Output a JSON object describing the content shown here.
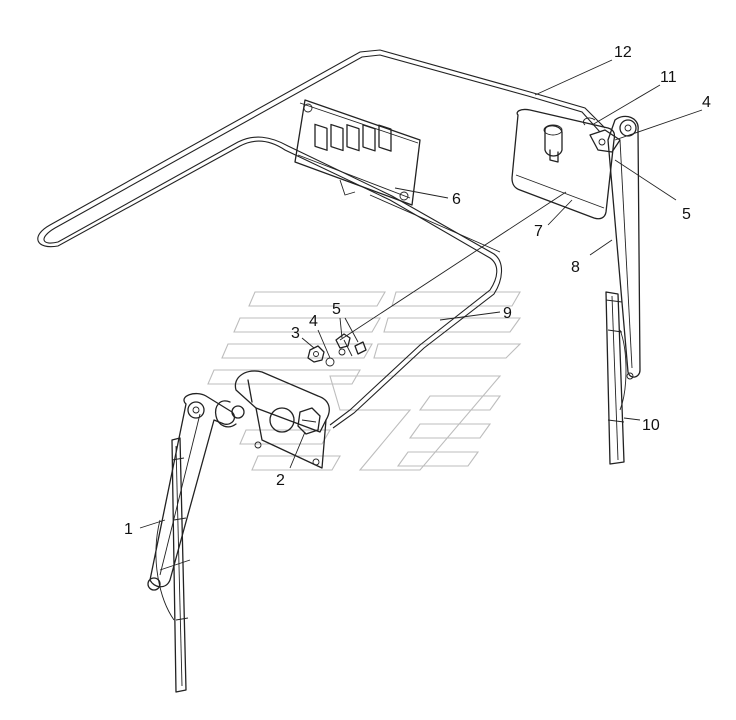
{
  "diagram": {
    "callouts": [
      {
        "id": "c1",
        "label": "1"
      },
      {
        "id": "c2",
        "label": "2"
      },
      {
        "id": "c3",
        "label": "3"
      },
      {
        "id": "c4a",
        "label": "4"
      },
      {
        "id": "c4b",
        "label": "4"
      },
      {
        "id": "c5a",
        "label": "5"
      },
      {
        "id": "c5b",
        "label": "5"
      },
      {
        "id": "c6",
        "label": "6"
      },
      {
        "id": "c7",
        "label": "7"
      },
      {
        "id": "c8",
        "label": "8"
      },
      {
        "id": "c9",
        "label": "9"
      },
      {
        "id": "c10",
        "label": "10"
      },
      {
        "id": "c11",
        "label": "11"
      },
      {
        "id": "c12",
        "label": "12"
      }
    ]
  },
  "colors": {
    "line": "#222222",
    "watermark": "#bdbdbd",
    "background": "#ffffff"
  }
}
